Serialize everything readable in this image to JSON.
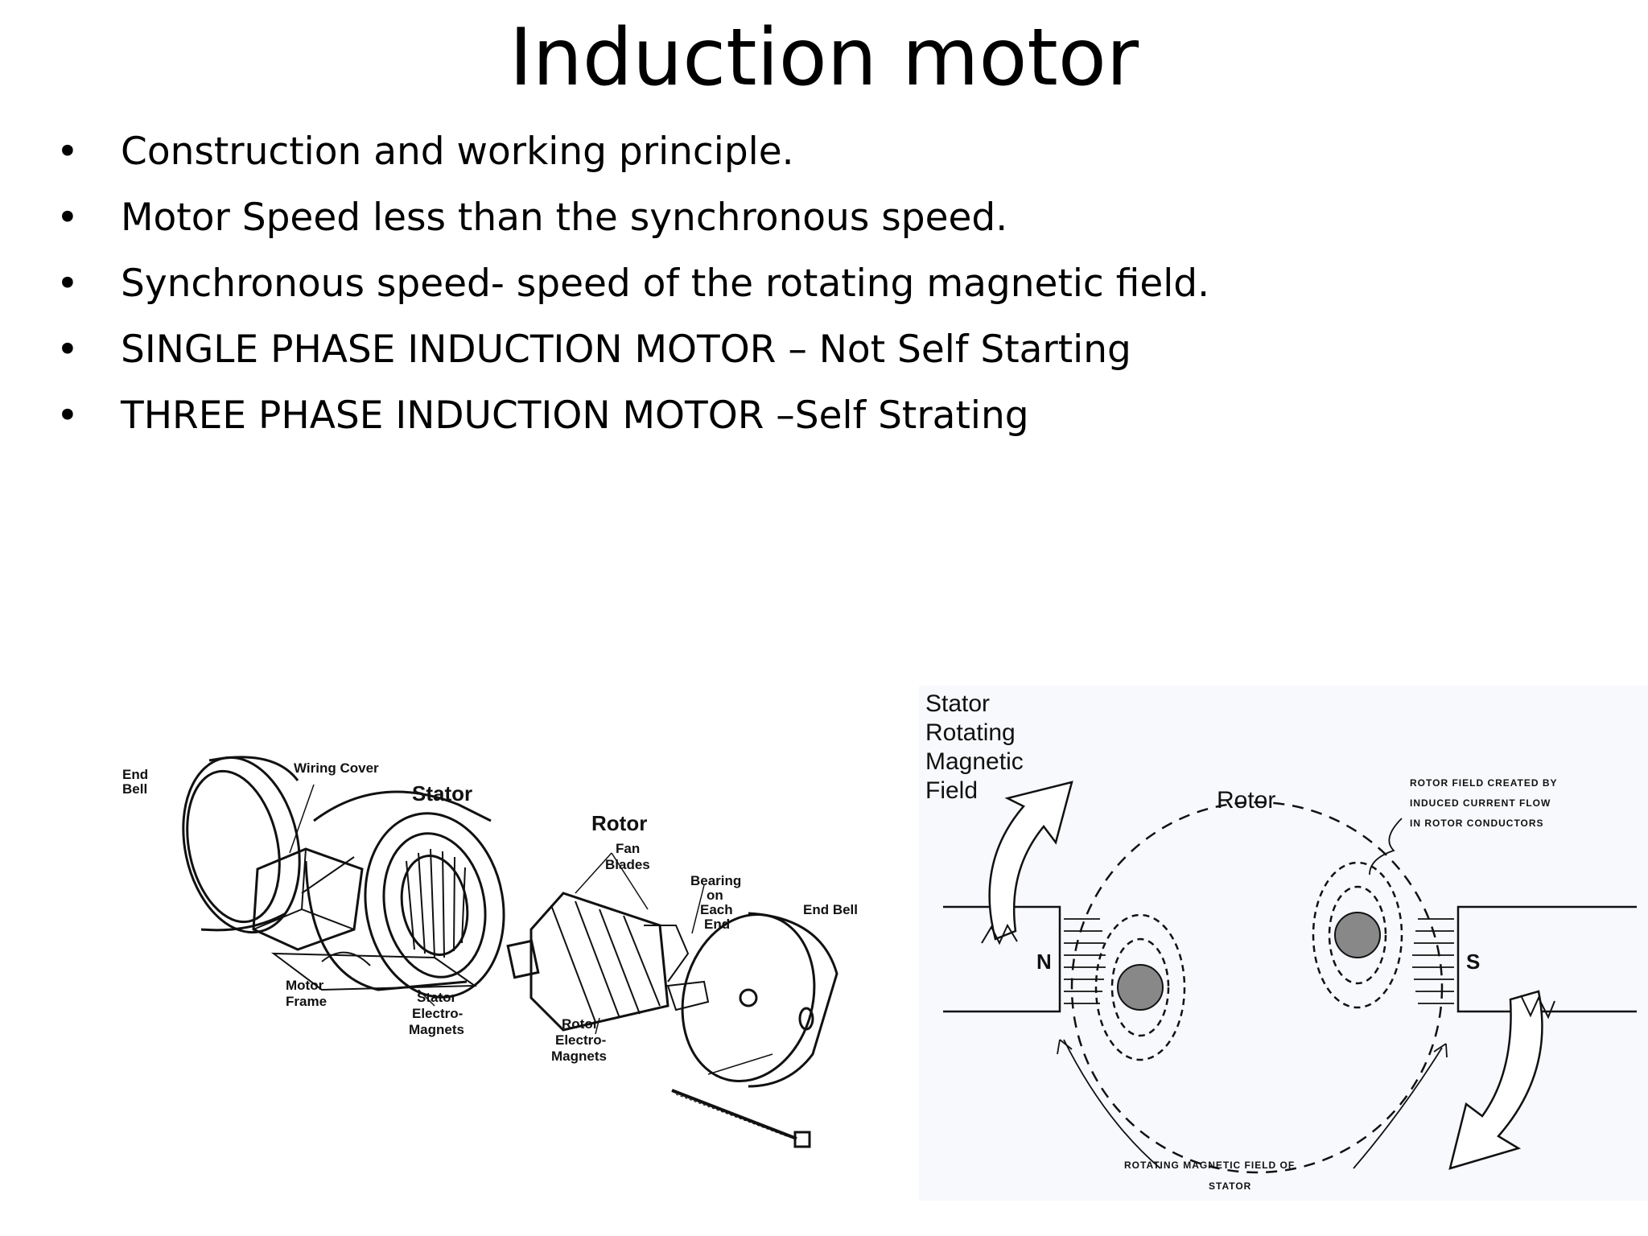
{
  "slide": {
    "title": "Induction motor",
    "bullets": [
      "Construction and working principle.",
      "Motor Speed less than the synchronous speed.",
      "Synchronous speed- speed of the rotating magnetic field.",
      "SINGLE PHASE INDUCTION MOTOR – Not Self Starting",
      "THREE PHASE INDUCTION MOTOR –Self Strating"
    ],
    "bullet_glyph": "•"
  },
  "exploded_view": {
    "end_bell_left": [
      "End",
      "Bell"
    ],
    "wiring_cover": "Wiring Cover",
    "stator": "Stator",
    "motor_frame": [
      "Motor",
      "Frame"
    ],
    "stator_electromagnets": [
      "Stator",
      "Electro-",
      "Magnets"
    ],
    "rotor": "Rotor",
    "fan_blades": [
      "Fan",
      "Blades"
    ],
    "bearing": [
      "Bearing",
      "on",
      "Each",
      "End"
    ],
    "end_bell_right": "End Bell",
    "rotor_electromagnets": [
      "Rotor",
      "Electro-",
      "Magnets"
    ]
  },
  "field_diagram": {
    "stator_field_label": [
      "Stator",
      "Rotating",
      "Magnetic",
      "Field"
    ],
    "rotor_label": "Rotor",
    "rotor_field_note": [
      "ROTOR FIELD CREATED BY",
      "INDUCED CURRENT FLOW",
      "IN ROTOR CONDUCTORS"
    ],
    "pole_north": "N",
    "pole_south": "S",
    "rotating_field_note": [
      "ROTATING MAGNETIC FIELD OF",
      "STATOR"
    ]
  }
}
